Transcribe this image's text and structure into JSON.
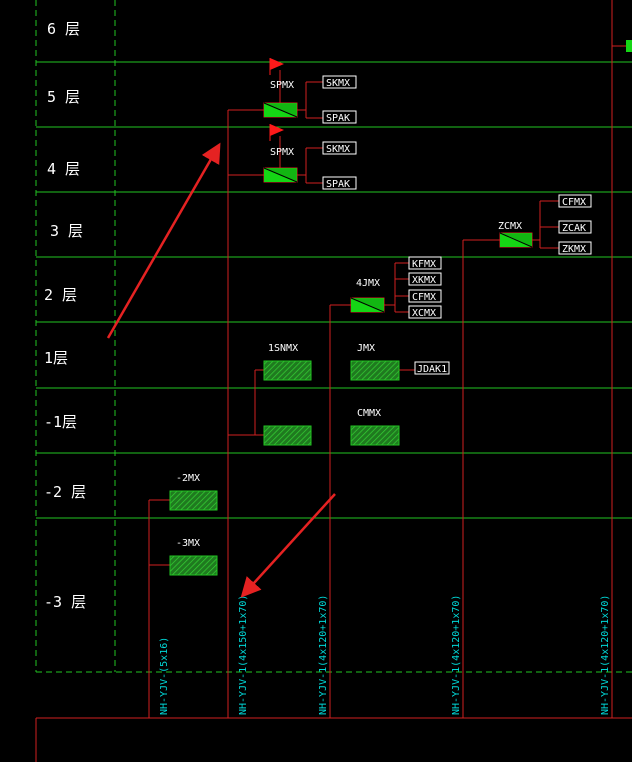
{
  "colors": {
    "background": "#000000",
    "floor_line": "#22c322",
    "dashed_border": "#22c322",
    "wire": "#d02020",
    "text": "#ffffff",
    "cable_text": "#00d8d8",
    "panel_fill": "#15d615",
    "hatch_fill": "#1f7a1f",
    "arrow": "#e52222",
    "flag": "#ff1a1a"
  },
  "floors": [
    "6 层",
    "5 层",
    "4 层",
    "3 层",
    "2 层",
    "1层",
    "-1层",
    "-2 层",
    "-3 层"
  ],
  "main_panels": {
    "spmx_5": "SPMX",
    "spmx_4": "SPMX",
    "zcmx": "ZCMX",
    "jmx_4": "4JMX",
    "snmx_1": "1SNMX",
    "jmx": "JMX",
    "cmmx": "CMMX",
    "zmx_2": "-2MX",
    "zmx_3": "-3MX"
  },
  "sub_boxes": {
    "f5_skmx": "SKMX",
    "f5_spak": "SPAK",
    "f4_skmx": "SKMX",
    "f4_spak": "SPAK",
    "f3_cfmx": "CFMX",
    "f3_zcak": "ZCAK",
    "f3_zkmx": "ZKMX",
    "f2_kfmx": "KFMX",
    "f2_xkmx": "XKMX",
    "f2_cfmx": "CFMX",
    "f2_xcmx": "XCMX",
    "f1_jdak1": "JDAK1"
  },
  "cables": [
    "NH-YJV-(5x16)",
    "NH-YJV-1(4x150+1x70)",
    "NH-YJV-1(4x120+1x70)",
    "NH-YJV-1(4x120+1x70)",
    "NH-YJV-1(4x120+1x70)"
  ]
}
